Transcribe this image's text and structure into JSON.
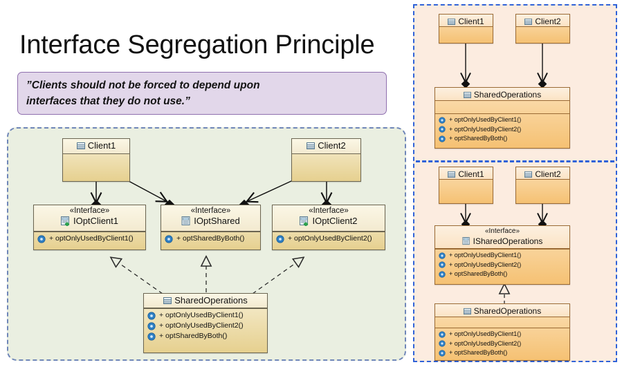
{
  "slide": {
    "title": "Interface Segregation Principle",
    "quote_line1": "”Clients should not be forced to depend upon",
    "quote_line2": "interfaces that they do not use.”"
  },
  "colors": {
    "quote_bg": "#e2d7ea",
    "quote_border": "#8f6fae",
    "main_panel_bg": "#eaefe1",
    "main_panel_border": "#6f86b8",
    "right_panel_bg": "#fcece0",
    "right_panel_border": "#2f62d8",
    "class_border": "#6b6551",
    "class_body": "#e6d08f",
    "orange_border": "#9a6a34",
    "orange_body": "#f5c173",
    "gear_icon": "#2f7fc4",
    "interface_badge": "#2aa14a"
  },
  "labels": {
    "stereotype_interface": "«Interface»",
    "client1": "Client1",
    "client2": "Client2",
    "ioptclient1": "IOptClient1",
    "ioptshared": "IOptShared",
    "ioptclient2": "IOptClient2",
    "shared_operations": "SharedOperations",
    "isharedoperations": "ISharedOperations",
    "op_client1": "+ optOnlyUsedByClient1()",
    "op_client2": "+ optOnlyUsedByClient2()",
    "op_both": "+ optSharedByBoth()"
  },
  "diagram_good": {
    "name": "interface-segregated-design",
    "classes": [
      {
        "id": "client1",
        "name": "Client1",
        "stereotype": "",
        "ops": []
      },
      {
        "id": "client2",
        "name": "Client2",
        "stereotype": "",
        "ops": []
      },
      {
        "id": "ioptclient1",
        "name": "IOptClient1",
        "stereotype": "«Interface»",
        "ops": [
          "+ optOnlyUsedByClient1()"
        ]
      },
      {
        "id": "ioptshared",
        "name": "IOptShared",
        "stereotype": "«Interface»",
        "ops": [
          "+ optSharedByBoth()"
        ]
      },
      {
        "id": "ioptclient2",
        "name": "IOptClient2",
        "stereotype": "«Interface»",
        "ops": [
          "+ optOnlyUsedByClient2()"
        ]
      },
      {
        "id": "sharedoperations",
        "name": "SharedOperations",
        "stereotype": "",
        "ops": [
          "+ optOnlyUsedByClient1()",
          "+ optOnlyUsedByClient2()",
          "+ optSharedByBoth()"
        ]
      }
    ],
    "relations": [
      {
        "from": "client1",
        "to": "ioptclient1",
        "type": "composition"
      },
      {
        "from": "client1",
        "to": "ioptshared",
        "type": "composition"
      },
      {
        "from": "client2",
        "to": "ioptshared",
        "type": "composition"
      },
      {
        "from": "client2",
        "to": "ioptclient2",
        "type": "composition"
      },
      {
        "from": "sharedoperations",
        "to": "ioptclient1",
        "type": "realization"
      },
      {
        "from": "sharedoperations",
        "to": "ioptshared",
        "type": "realization"
      },
      {
        "from": "sharedoperations",
        "to": "ioptclient2",
        "type": "realization"
      }
    ]
  },
  "diagram_top_right": {
    "name": "fat-class-design",
    "classes": [
      {
        "id": "r1-client1",
        "name": "Client1",
        "stereotype": "",
        "ops": []
      },
      {
        "id": "r1-client2",
        "name": "Client2",
        "stereotype": "",
        "ops": []
      },
      {
        "id": "r1-shared",
        "name": "SharedOperations",
        "stereotype": "",
        "ops": [
          "+ optOnlyUsedByClient1()",
          "+ optOnlyUsedByClient2()",
          "+ optSharedByBoth()"
        ]
      }
    ],
    "relations": [
      {
        "from": "r1-client1",
        "to": "r1-shared",
        "type": "composition"
      },
      {
        "from": "r1-client2",
        "to": "r1-shared",
        "type": "composition"
      }
    ]
  },
  "diagram_bottom_right": {
    "name": "fat-interface-design",
    "classes": [
      {
        "id": "r2-client1",
        "name": "Client1",
        "stereotype": "",
        "ops": []
      },
      {
        "id": "r2-client2",
        "name": "Client2",
        "stereotype": "",
        "ops": []
      },
      {
        "id": "r2-iface",
        "name": "ISharedOperations",
        "stereotype": "«Interface»",
        "ops": [
          "+ optOnlyUsedByClient1()",
          "+ optOnlyUsedByClient2()",
          "+ optSharedByBoth()"
        ]
      },
      {
        "id": "r2-shared",
        "name": "SharedOperations",
        "stereotype": "",
        "ops": [
          "+ optOnlyUsedByClient1()",
          "+ optOnlyUsedByClient2()",
          "+ optSharedByBoth()"
        ]
      }
    ],
    "relations": [
      {
        "from": "r2-client1",
        "to": "r2-iface",
        "type": "composition"
      },
      {
        "from": "r2-client2",
        "to": "r2-iface",
        "type": "composition"
      },
      {
        "from": "r2-shared",
        "to": "r2-iface",
        "type": "realization"
      }
    ]
  },
  "icons": {
    "class": "class-icon",
    "interface": "interface-icon",
    "operation": "gear-icon"
  }
}
